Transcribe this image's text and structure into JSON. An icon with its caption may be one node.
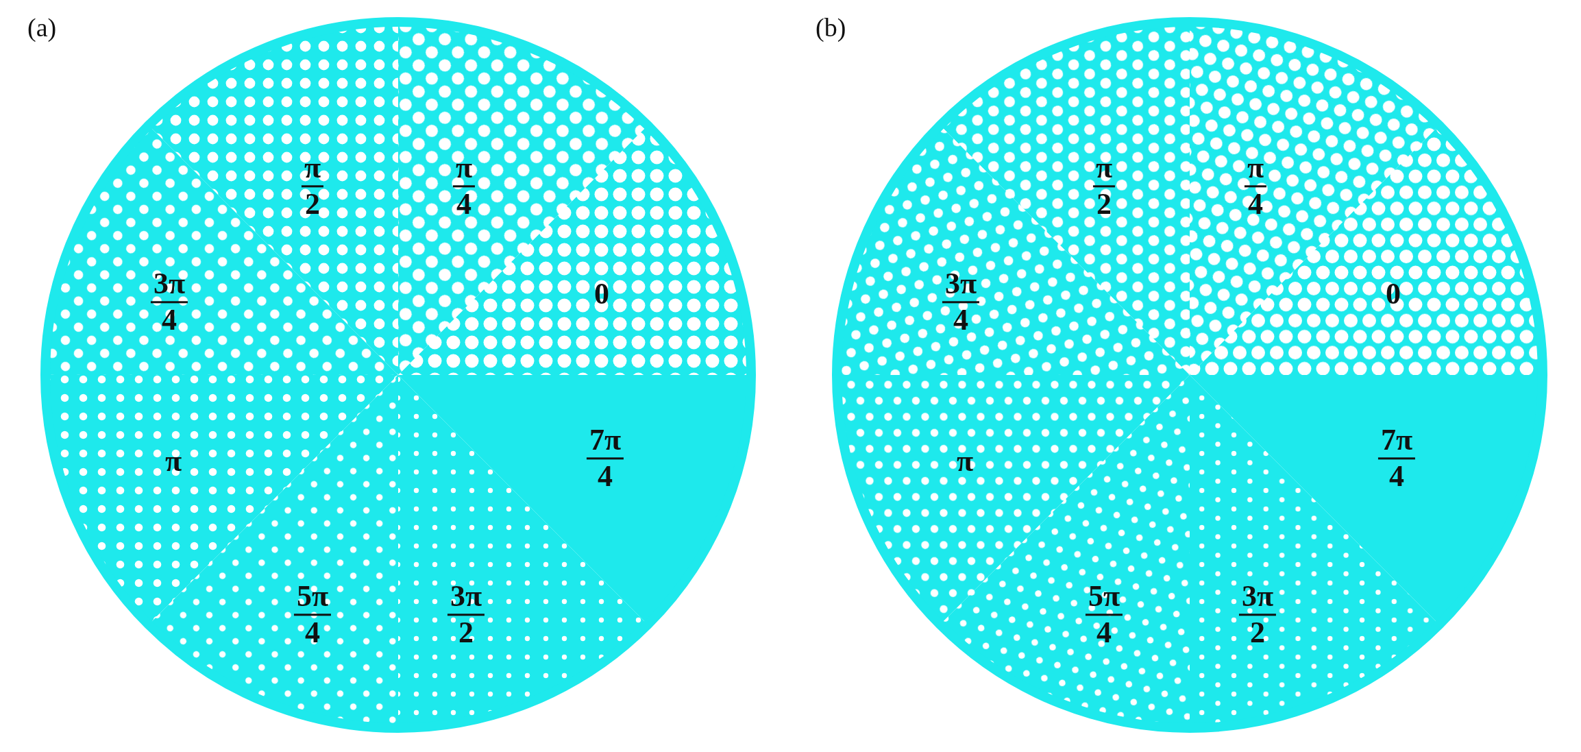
{
  "diagram": {
    "labels": [
      "(a)",
      "π 2",
      "π 4",
      "3π 4",
      "0",
      "π",
      "7π 4",
      "5π 4",
      "3π 2",
      "(b)",
      "π 2",
      "π 4",
      "3π 4",
      "0",
      "π",
      "7π 4",
      "5π 4",
      "3π 2"
    ]
  }
}
